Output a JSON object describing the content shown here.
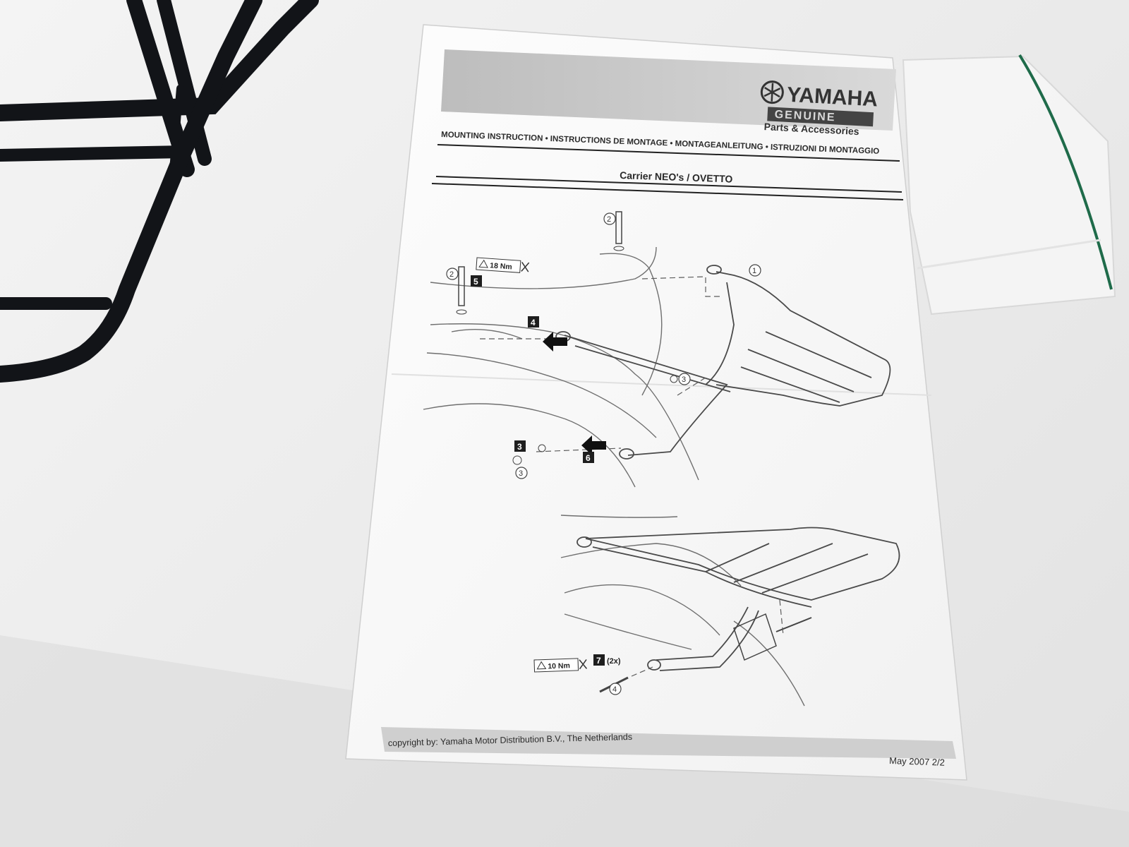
{
  "brand": {
    "name": "YAMAHA",
    "line1": "GENUINE",
    "line2": "Parts & Accessories"
  },
  "heading": {
    "languages": "MOUNTING INSTRUCTION • INSTRUCTIONS DE MONTAGE • MONTAGEANLEITUNG • ISTRUZIONI DI MONTAGGIO",
    "product": "Carrier NEO's / OVETTO"
  },
  "diagram": {
    "torque_top": "18 Nm",
    "torque_bottom": "10 Nm",
    "step_4": "4",
    "step_5": "5",
    "step_6": "6",
    "step_3": "3",
    "step_7": "7",
    "step_7_qty": "(2x)",
    "part_1": "1",
    "part_2a": "2",
    "part_2b": "2",
    "part_3a": "3",
    "part_3b": "3",
    "part_4": "4"
  },
  "footer": {
    "copyright": "copyright by: Yamaha Motor Distribution B.V., The Netherlands",
    "date_page": "May 2007 2/2"
  },
  "colors": {
    "paper": "#fbfbfb",
    "rack_metal": "#121418",
    "header_band": "#c9c9c9",
    "bag_seal": "#1f6b4a"
  }
}
